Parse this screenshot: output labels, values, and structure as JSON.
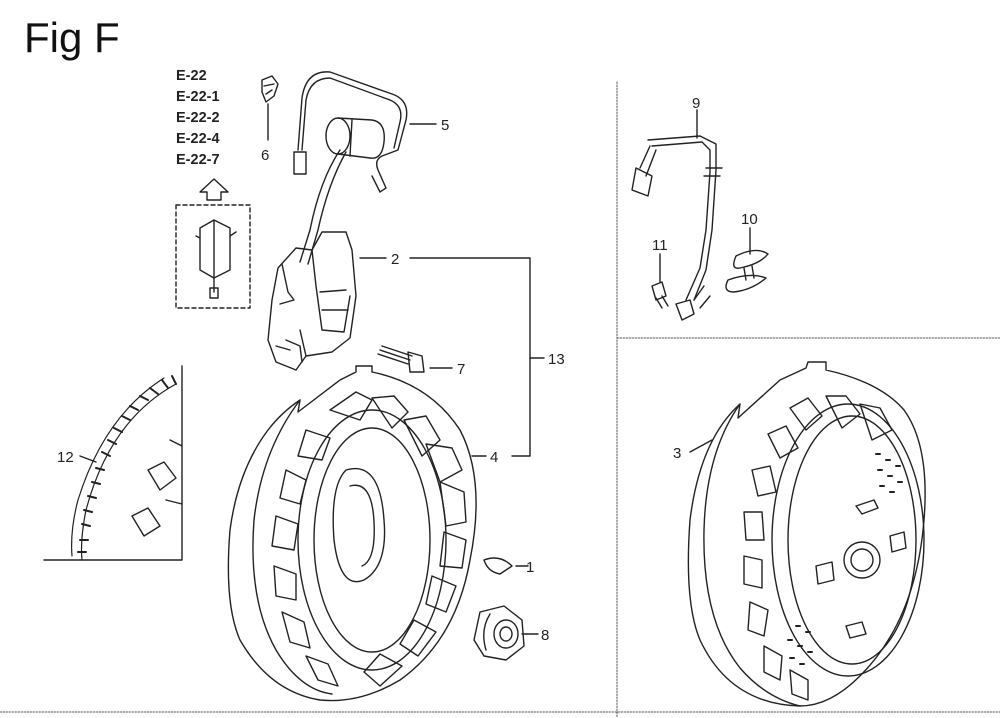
{
  "figure": {
    "title": "Fig F",
    "references": [
      "E-22",
      "E-22-1",
      "E-22-2",
      "E-22-4",
      "E-22-7"
    ]
  },
  "callouts": [
    {
      "id": "1",
      "label": "1"
    },
    {
      "id": "2",
      "label": "2"
    },
    {
      "id": "3",
      "label": "3"
    },
    {
      "id": "4",
      "label": "4"
    },
    {
      "id": "5",
      "label": "5"
    },
    {
      "id": "6",
      "label": "6"
    },
    {
      "id": "7",
      "label": "7"
    },
    {
      "id": "8",
      "label": "8"
    },
    {
      "id": "9",
      "label": "9"
    },
    {
      "id": "10",
      "label": "10"
    },
    {
      "id": "11",
      "label": "11"
    },
    {
      "id": "12",
      "label": "12"
    },
    {
      "id": "13",
      "label": "13"
    }
  ],
  "colors": {
    "ink": "#222222",
    "paper": "#ffffff"
  }
}
